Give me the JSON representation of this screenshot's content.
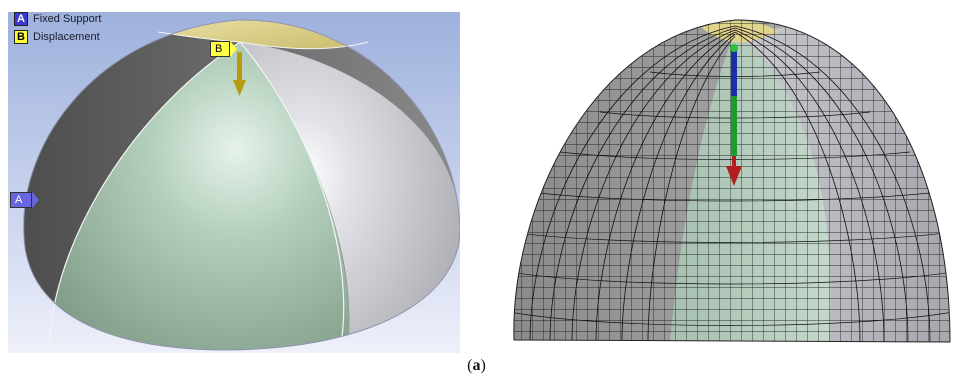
{
  "legend": {
    "items": [
      {
        "key": "A",
        "label": "Fixed Support"
      },
      {
        "key": "B",
        "label": "Displacement"
      }
    ]
  },
  "markers": {
    "a": "A",
    "b": "B"
  },
  "caption": {
    "open": "(",
    "label": "a",
    "close": ")"
  },
  "colors": {
    "background_gradient_top": "#9fb3dc",
    "background_gradient_bottom": "#e9ecf8",
    "dome_face_dark": "#5a5a5a",
    "dome_face_green": "#aac8b4",
    "dome_face_light": "#d9d9df",
    "dome_cap_yellow": "#e0d592",
    "arrow_load": "#b79a10",
    "axis_blue": "#1b2fa8",
    "axis_green": "#1a9e2a",
    "axis_red": "#b01e1e",
    "mesh_line": "#111111"
  }
}
